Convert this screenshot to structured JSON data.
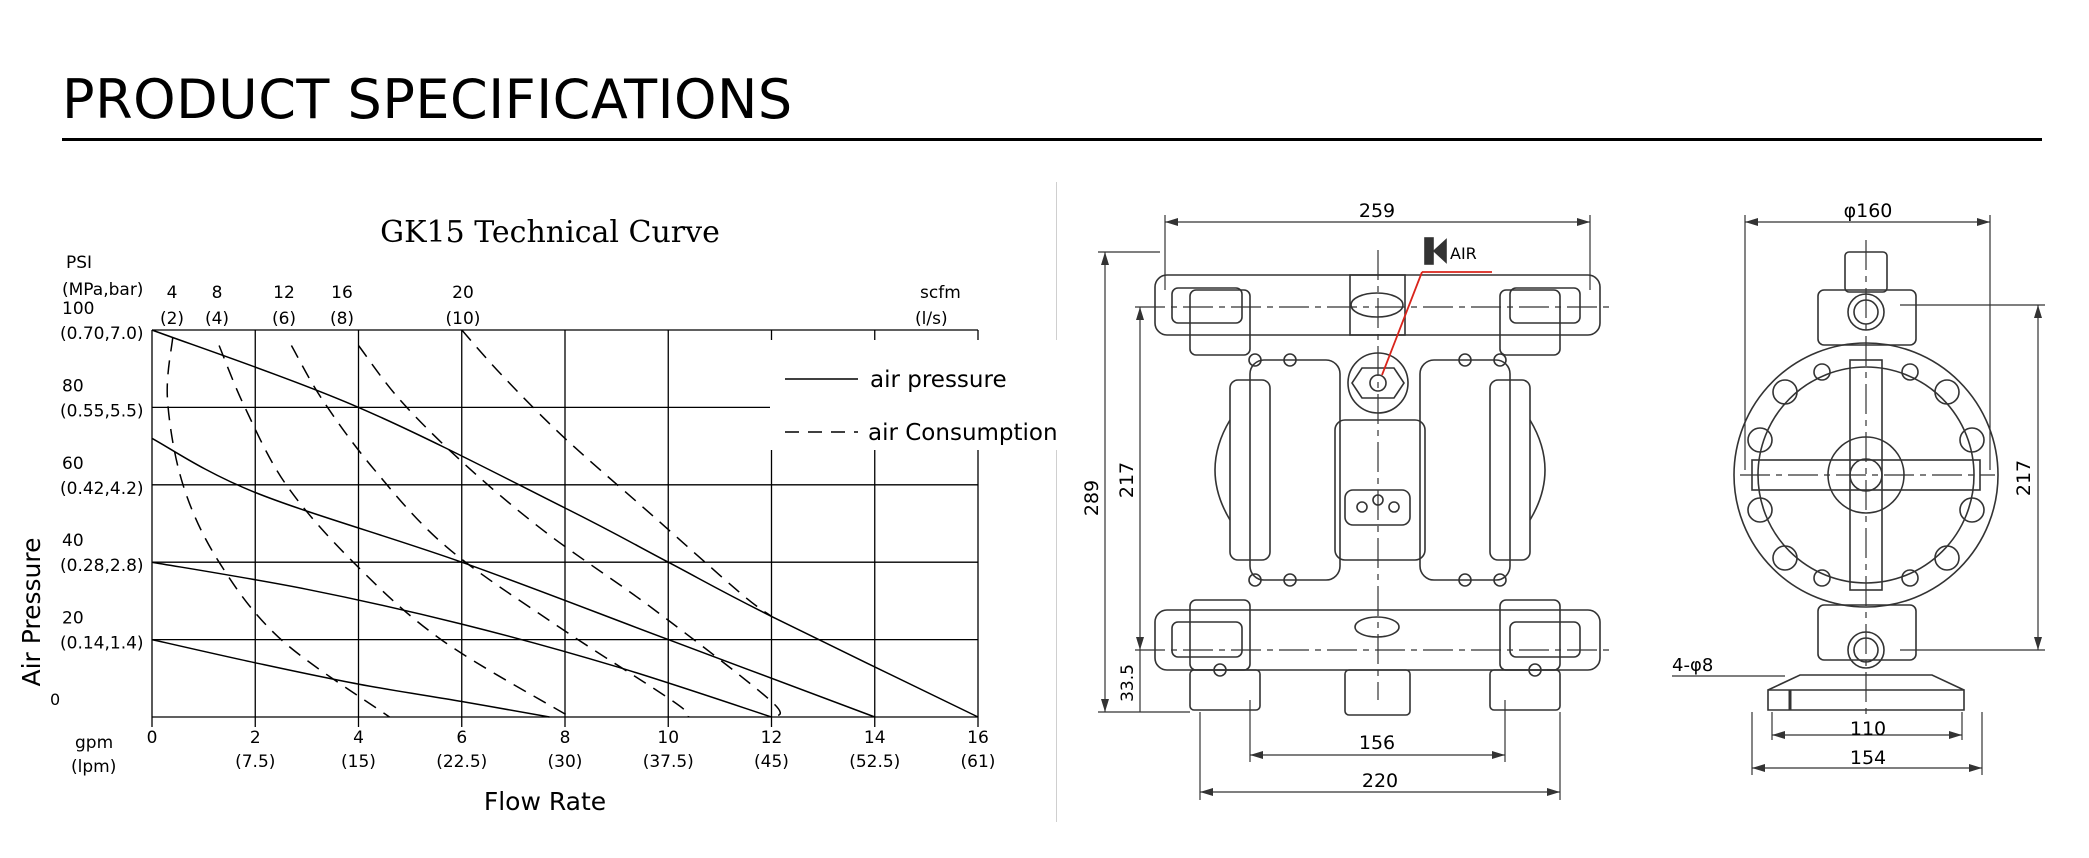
{
  "page": {
    "title": "PRODUCT SPECIFICATIONS"
  },
  "chart_data": {
    "type": "line",
    "title": "GK15 Technical Curve",
    "xlabel": "Flow Rate",
    "ylabel": "Air Pressure",
    "x_unit_primary": "gpm",
    "x_unit_secondary": "(lpm)",
    "y_unit_primary": "PSI",
    "y_unit_secondary": "(MPa,bar)",
    "top_unit_primary": "scfm",
    "top_unit_secondary": "(l/s)",
    "xlim": [
      0,
      16
    ],
    "ylim": [
      0,
      100
    ],
    "grid": true,
    "legend_position": "top-right",
    "legend": [
      {
        "label": "air pressure",
        "style": "solid"
      },
      {
        "label": "air Consumption",
        "style": "dashed"
      }
    ],
    "x_ticks": [
      {
        "value": 0,
        "label": "0",
        "sub": ""
      },
      {
        "value": 2,
        "label": "2",
        "sub": "(7.5)"
      },
      {
        "value": 4,
        "label": "4",
        "sub": "(15)"
      },
      {
        "value": 6,
        "label": "6",
        "sub": "(22.5)"
      },
      {
        "value": 8,
        "label": "8",
        "sub": "(30)"
      },
      {
        "value": 10,
        "label": "10",
        "sub": "(37.5)"
      },
      {
        "value": 12,
        "label": "12",
        "sub": "(45)"
      },
      {
        "value": 14,
        "label": "14",
        "sub": "(52.5)"
      },
      {
        "value": 16,
        "label": "16",
        "sub": "(61)"
      }
    ],
    "y_ticks": [
      {
        "value": 0,
        "label": "0",
        "sub": ""
      },
      {
        "value": 20,
        "label": "20",
        "sub": "(0.14,1.4)"
      },
      {
        "value": 40,
        "label": "40",
        "sub": "(0.28,2.8)"
      },
      {
        "value": 60,
        "label": "60",
        "sub": "(0.42,4.2)"
      },
      {
        "value": 80,
        "label": "80",
        "sub": "(0.55,5.5)"
      },
      {
        "value": 100,
        "label": "100",
        "sub": "(0.70,7.0)"
      }
    ],
    "top_ticks": [
      {
        "label": "4",
        "sub": "(2)"
      },
      {
        "label": "8",
        "sub": "(4)"
      },
      {
        "label": "12",
        "sub": "(6)"
      },
      {
        "label": "16",
        "sub": "(8)"
      },
      {
        "label": "20",
        "sub": "(10)"
      }
    ],
    "series": [
      {
        "style": "solid",
        "points": [
          [
            0,
            100
          ],
          [
            4,
            80
          ],
          [
            8,
            54
          ],
          [
            10,
            40
          ],
          [
            12,
            26
          ],
          [
            16,
            0
          ]
        ]
      },
      {
        "style": "solid",
        "points": [
          [
            0,
            72
          ],
          [
            2,
            58
          ],
          [
            6,
            40
          ],
          [
            10,
            20
          ],
          [
            14,
            0
          ]
        ]
      },
      {
        "style": "solid",
        "points": [
          [
            0,
            40
          ],
          [
            3,
            33
          ],
          [
            6,
            24
          ],
          [
            9,
            13
          ],
          [
            12,
            0
          ]
        ]
      },
      {
        "style": "solid",
        "points": [
          [
            0,
            20
          ],
          [
            2,
            14
          ],
          [
            4,
            8.5
          ],
          [
            6,
            4
          ],
          [
            7.7,
            0
          ]
        ]
      },
      {
        "style": "dashed",
        "points": [
          [
            0.4,
            98
          ],
          [
            0.3,
            82
          ],
          [
            0.6,
            60
          ],
          [
            1.3,
            40
          ],
          [
            2.5,
            20
          ],
          [
            4.6,
            0
          ]
        ]
      },
      {
        "style": "dashed",
        "points": [
          [
            1.3,
            96
          ],
          [
            1.8,
            80
          ],
          [
            2.6,
            60
          ],
          [
            3.9,
            40
          ],
          [
            5.6,
            20
          ],
          [
            8.1,
            0
          ]
        ]
      },
      {
        "style": "dashed",
        "points": [
          [
            2.7,
            96
          ],
          [
            3.3,
            82
          ],
          [
            4.3,
            64
          ],
          [
            5.7,
            44
          ],
          [
            7.8,
            24
          ],
          [
            10.1,
            4
          ],
          [
            10.4,
            0
          ]
        ]
      },
      {
        "style": "dashed",
        "points": [
          [
            4,
            96
          ],
          [
            4.8,
            82
          ],
          [
            6,
            66
          ],
          [
            7.6,
            48
          ],
          [
            9.7,
            28
          ],
          [
            12,
            4
          ],
          [
            12,
            0
          ]
        ]
      },
      {
        "style": "dashed",
        "points": [
          [
            6,
            100
          ],
          [
            6.8,
            88
          ],
          [
            8,
            72
          ],
          [
            9.7,
            52
          ],
          [
            11.4,
            32
          ],
          [
            12,
            26
          ]
        ]
      }
    ]
  },
  "drawing": {
    "air_label": "AIR",
    "front": {
      "width_total": "259",
      "height_total": "289",
      "height_inner": "217",
      "base_height": "33.5",
      "hole_span": "156",
      "base_width": "220"
    },
    "side": {
      "diameter": "φ160",
      "height": "217",
      "holes": "4-φ8",
      "hole_span": "110",
      "base_width": "154"
    }
  }
}
